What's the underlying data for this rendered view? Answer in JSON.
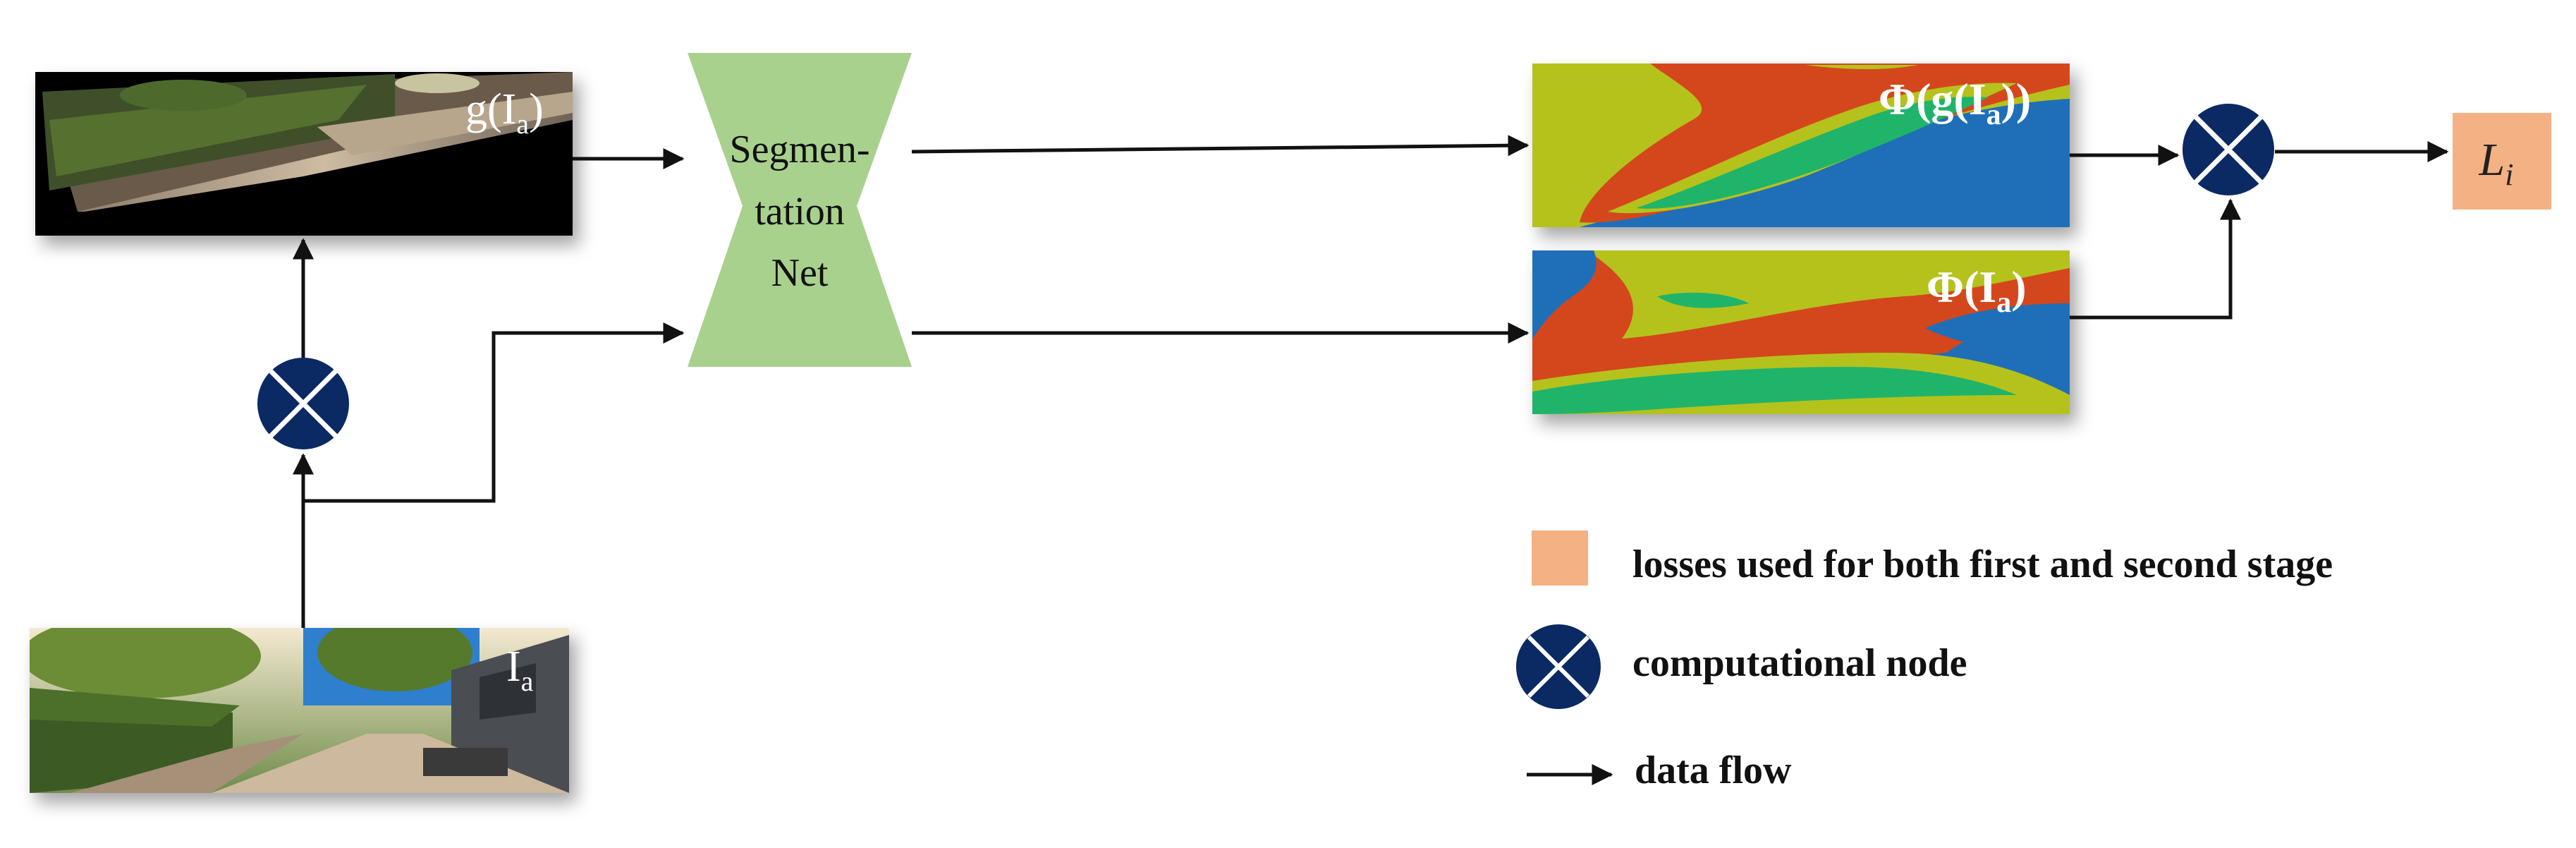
{
  "diagram": {
    "nodes": {
      "transformed_image_label": "g(I",
      "transformed_image_sub": "a",
      "transformed_image_close": ")",
      "input_image_label": "I",
      "input_image_sub": "a",
      "segnet_line1": "Segmen-",
      "segnet_line2": "tation",
      "segnet_line3": "Net",
      "seg_transformed_label": "Φ(g(I",
      "seg_transformed_sub": "a",
      "seg_transformed_close": "))",
      "seg_input_label": "Φ(I",
      "seg_input_sub": "a",
      "seg_input_close": ")",
      "loss_label": "L",
      "loss_sub": "i"
    },
    "legend": {
      "loss_text": "losses used for both first and second stage",
      "node_text": "computational node",
      "flow_text": "data flow"
    }
  },
  "colors": {
    "node_navy": "#0b2a63",
    "segnet_green": "#a9d18e",
    "loss_orange": "#f4b183",
    "seg_blue": "#1f6fb8",
    "seg_red": "#d4471c",
    "seg_yellow": "#b5c21c",
    "seg_green": "#1fb46a",
    "arrow": "#111111"
  }
}
